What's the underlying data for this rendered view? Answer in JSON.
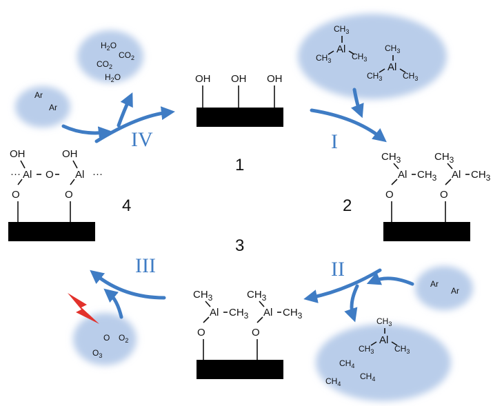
{
  "colors": {
    "arrow": "#3f7cc4",
    "cloud": "#b9cdea",
    "substrate": "#000000",
    "lightning": "#e2312b"
  },
  "icons": {
    "lightning": "lightning-bolt-icon"
  },
  "stages": [
    {
      "number": "1"
    },
    {
      "number": "2"
    },
    {
      "number": "3"
    },
    {
      "number": "4"
    }
  ],
  "steps": [
    {
      "label": "I"
    },
    {
      "label": "II"
    },
    {
      "label": "III"
    },
    {
      "label": "IV"
    }
  ],
  "chem": {
    "oh": "OH",
    "o": "O",
    "al": "Al",
    "ch3": "CH",
    "sub3": "3",
    "sub2": "2",
    "sub4": "4",
    "ar": "Ar",
    "h2o_h": "H",
    "h2o_o": "O",
    "co2_co": "CO",
    "o_atom": "O",
    "o2": "O",
    "o3": "O",
    "ch4": "CH",
    "dots": "···",
    "dash": "–"
  }
}
